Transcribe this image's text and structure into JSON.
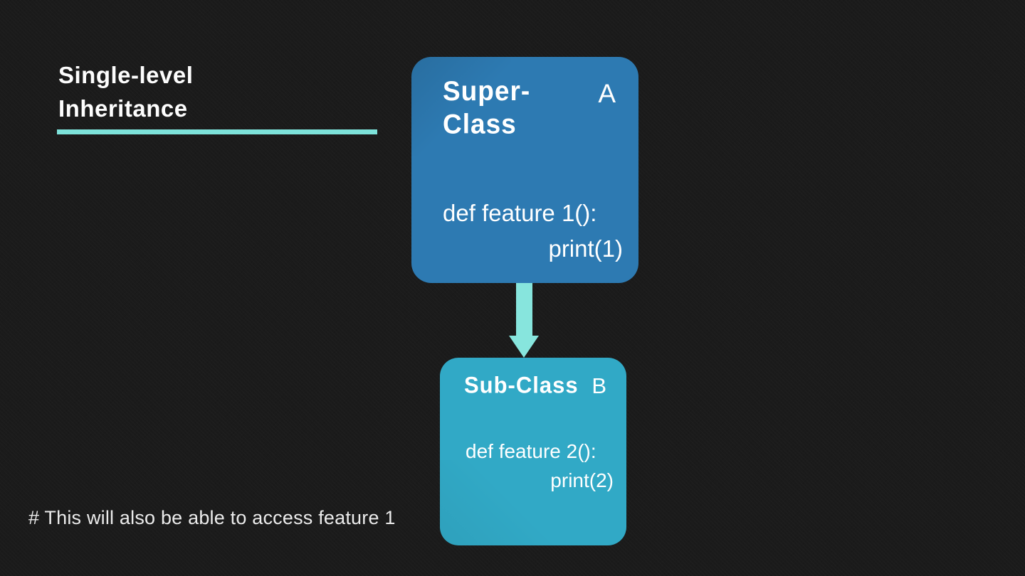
{
  "page": {
    "background_color": "#1b1b1b"
  },
  "title": {
    "line1": "Single-level",
    "line2": "Inheritance",
    "underline_color": "#7de2da",
    "text_color": "#fdfdfd"
  },
  "superclass_box": {
    "label": "Super-Class",
    "badge": "A",
    "code_line1": "def feature 1():",
    "code_line2": "print(1)",
    "fill_color": "#2d7ab2",
    "text_color": "#ffffff"
  },
  "arrow": {
    "direction": "down",
    "fill_color": "#87e5dd"
  },
  "subclass_box": {
    "label": "Sub-Class",
    "badge": "B",
    "code_line1": "def feature 2():",
    "code_line2": "print(2)",
    "fill_color": "#31a9c6",
    "text_color": "#ffffff"
  },
  "comment": {
    "text": "# This will also be able to access feature 1"
  }
}
